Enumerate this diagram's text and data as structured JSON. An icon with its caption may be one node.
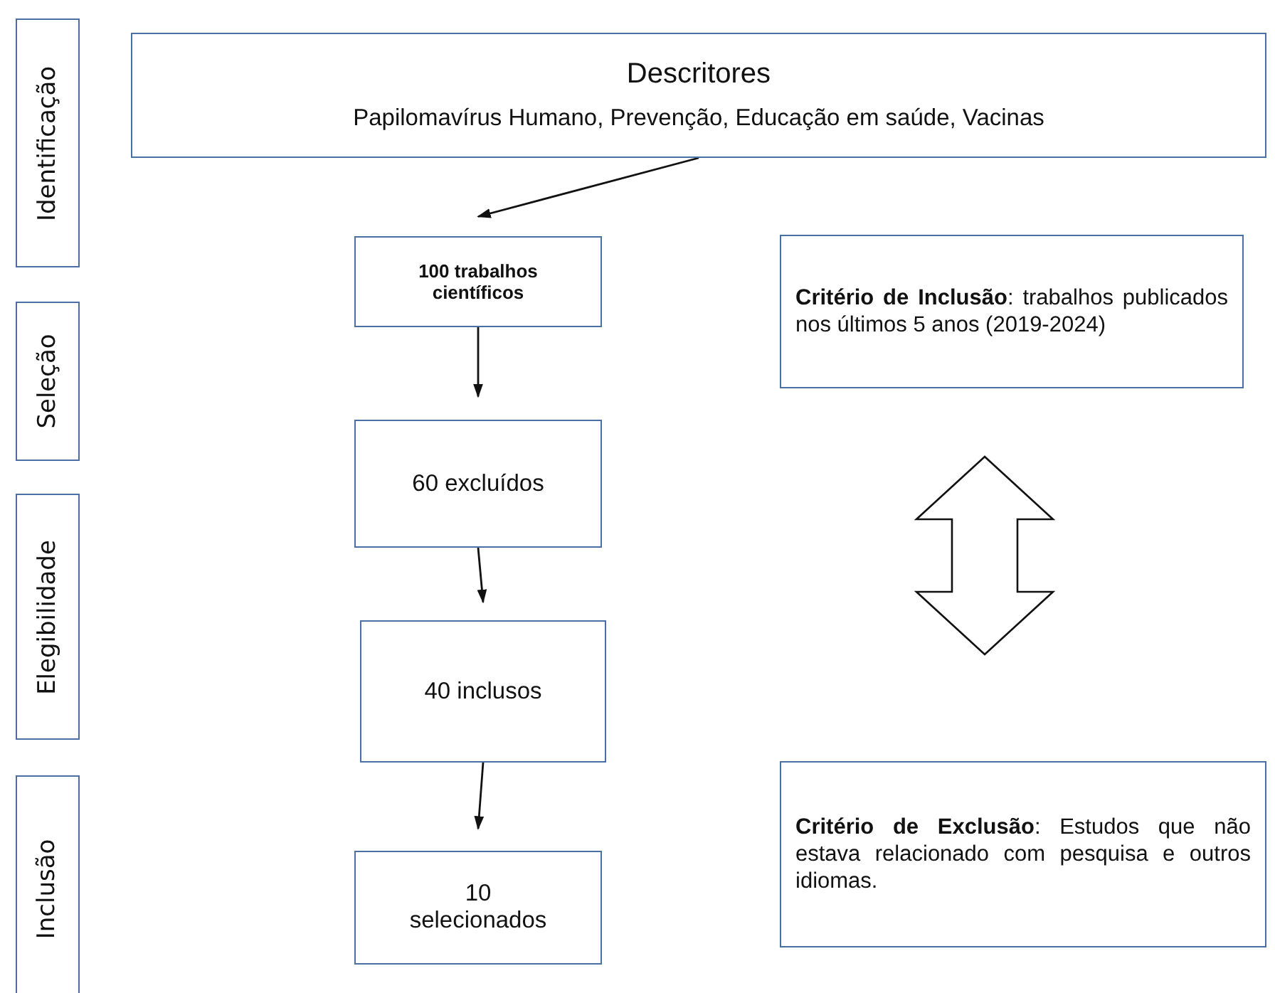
{
  "diagram": {
    "nodes": [
      {
        "text": [
          "Identificação"
        ]
      },
      {
        "text": [
          "Seleção"
        ]
      },
      {
        "text": [
          "Elegibilidade"
        ]
      },
      {
        "text": [
          "Inclusão"
        ]
      },
      {
        "text": [
          "Descritores",
          "Papilomavírus Humano, Prevenção, Educação em saúde, Vacinas"
        ]
      },
      {
        "text": [
          "100 trabalhos científicos"
        ]
      },
      {
        "text": [
          "60 excluídos"
        ]
      },
      {
        "text": [
          "40 inclusos"
        ]
      },
      {
        "text": [
          "10 selecionados"
        ]
      },
      {
        "text": [
          "**Critério de Inclusão**: trabalhos publicados nos últimos  5 anos (2019-2024)"
        ]
      },
      {
        "text": [
          "**Critério de Exclusão**: Estudos que não estava relacionado com pesquisa e outros idiomas."
        ]
      }
    ],
    "edges": [
      {
        "from": 4,
        "to": 5,
        "arrow": "to"
      },
      {
        "from": 5,
        "to": 6,
        "arrow": "to"
      },
      {
        "from": 6,
        "to": 7,
        "arrow": "to"
      },
      {
        "from": 7,
        "to": 8,
        "arrow": "to"
      },
      {
        "from": 9,
        "to": 10,
        "arrow": "both",
        "style": "thick"
      }
    ]
  }
}
